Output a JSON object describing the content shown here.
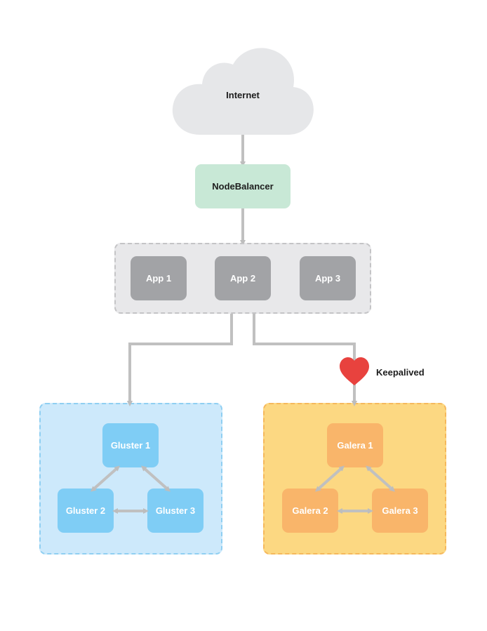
{
  "nodes": {
    "internet": "Internet",
    "nodebalancer": "NodeBalancer",
    "app1": "App 1",
    "app2": "App 2",
    "app3": "App 3",
    "keepalived": "Keepalived",
    "gluster1": "Gluster 1",
    "gluster2": "Gluster 2",
    "gluster3": "Gluster 3",
    "galera1": "Galera 1",
    "galera2": "Galera 2",
    "galera3": "Galera 3"
  },
  "colors": {
    "cloud": "#e6e7e9",
    "nodebalancer": "#c8e8d6",
    "app_group": "#e8e8ea",
    "app_node": "#a2a3a6",
    "gluster_group": "#cde9fb",
    "gluster_node": "#7fcdf5",
    "galera_group": "#fcd882",
    "galera_node": "#f9b56a",
    "connector": "#c0c0c0",
    "heart": "#e8423e"
  }
}
